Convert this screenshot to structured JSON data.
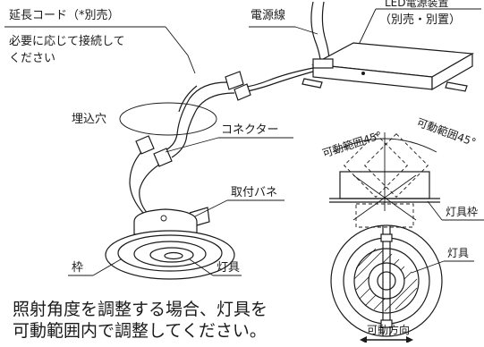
{
  "labels": {
    "extension_cord": "延長コード（*別売）",
    "extension_note_1": "必要に応じて接続して",
    "extension_note_2": "ください",
    "power_wire": "電源線",
    "led_unit_1": "LED電源装置",
    "led_unit_2": "（別売・別置）",
    "embed_hole": "埋込穴",
    "connector": "コネクター",
    "spring": "取付バネ",
    "frame": "枠",
    "fixture": "灯具",
    "range_left": "可動範囲45°",
    "range_right": "可動範囲45°",
    "fixture_frame": "灯具枠",
    "fixture_right": "灯具",
    "direction": "可動方向"
  },
  "caption": {
    "line1": "照射角度を調整する場合、灯具を",
    "line2": "可動範囲内で調整してください。"
  }
}
